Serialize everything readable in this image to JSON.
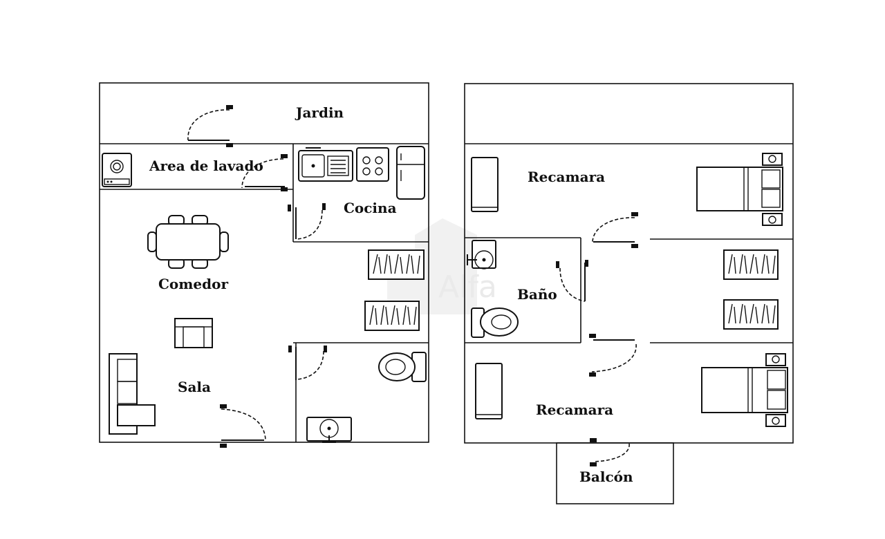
{
  "watermark": {
    "text": "Alfa"
  },
  "ground_floor": {
    "rooms": {
      "jardin": "Jardin",
      "area_lavado": "Area de lavado",
      "cocina": "Cocina",
      "comedor": "Comedor",
      "sala": "Sala"
    }
  },
  "upper_floor": {
    "rooms": {
      "recamara_top": "Recamara",
      "bano": "Baño",
      "recamara_bottom": "Recamara",
      "balcon": "Balcón"
    }
  },
  "icons": [
    "washer-icon",
    "sink-icon",
    "stove-icon",
    "fridge-icon",
    "dining-table-icon",
    "armchair-icon",
    "sofa-icon",
    "closet-icon",
    "toilet-icon",
    "washbasin-icon",
    "bed-icon",
    "wardrobe-icon",
    "door-icon"
  ]
}
